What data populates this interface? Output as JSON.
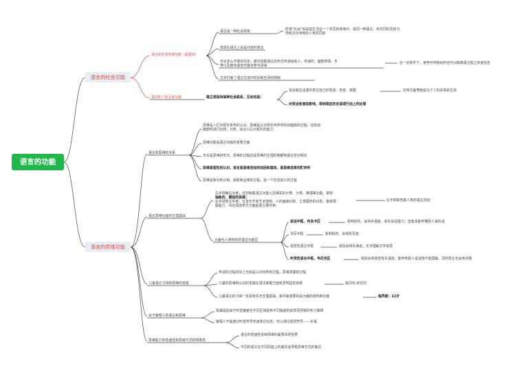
{
  "root": "语言的功能",
  "social": {
    "label": "语言的社会功能",
    "info": {
      "label": "语言的信息传递功能（最基本）",
      "items": [
        {
          "label": "语言是一种社会现象",
          "note": [
            "所谓“社会”就是指生活在一个共同的地域中、说同一种语言、有共同的风俗习",
            "惯和文化传统的人类共同体"
          ]
        },
        {
          "label": "体现在语言上就是内容的表达"
        },
        {
          "label": [
            "无论多么丰富的信息，都可借助语言的形式传递给他人，传递时，面部表情、手",
            "势以及肢体姿态可能也参与进来"
          ],
          "note": "在一定条件下，身势可伴随动作还可以脱离语言独立传递信息"
        },
        {
          "label": "文字打破了语言交流中时间和空间的限制"
        }
      ]
    },
    "interp": {
      "label": "语言的人际互动功能",
      "sub": "建立或保持某种社会联系，互动包括：",
      "items": [
        {
          "label": "说话者在话语中表达自己的情感、态度、意图",
          "note": "日常见面寒暄是为了人际关系的互动"
        },
        {
          "label": "对受话者施加影响，得到相应的言语或行动上的反馈"
        }
      ]
    }
  },
  "thinking": {
    "label": "语言的思维功能",
    "lt": {
      "label": "语言和思维的关系",
      "items": [
        [
          "思维是人们对现实世界的认识，思维是认识现实世界时的动脑筋的过程，也指动",
          "脑筋时进行比较、分析、综合以认识现实的能力"
        ],
        [
          "思维功能是语言功能的重要方面"
        ],
        [
          "无论是思维的形式，思维的过程还是思维的生理机制都和语言密切相关"
        ],
        [
          "思维是理性的认识，语言是思维活动的动因和载体，是思维成果的贮存所"
        ],
        [
          "思维是知识的认知、获取和运用的过程，是一个信息加工的过程"
        ]
      ]
    },
    "phys": {
      "label": "语言思维功能的生理基础",
      "hemi": {
        "label": [
          "左半球偏右手者，还控制着语言功能以及相关的计数、分类、推理等功能，掌管",
          "抽象的、概括的思维；",
          "右半球管左手者，在音乐节奏艺术感知、人的面貌识别、立体图形的识别、整体把",
          "握能力、内在情感表方方面起着主要作用"
        ],
        "note": "左半球掌管着人类的语言活动"
      },
      "areas": {
        "label": "大脑与人类特有的语言功能区",
        "items": [
          {
            "label": "说话中枢，布洛卡区",
            "note": "受到损伤，会得失语症，丧失说话能力，但基本能听懂别人说的话"
          },
          {
            "label": "书写中枢",
            "note": "受到损伤，会得失写症"
          },
          {
            "label": "视觉性语言中枢",
            "note": "受损会得失读症，无法理解文字意思"
          },
          {
            "label": "听觉性语言中枢，韦尼克区",
            "note": "受损会得感觉性失语症，能听到别人说话但不能理解，同时表达也会有问题"
          }
        ]
      }
    },
    "child": {
      "label": "儿童语言习得和思维的发展",
      "items": [
        {
          "label": "学话的过程实际上也就是认识世界的过程，思维发展的过程"
        },
        {
          "label": "儿童的思维和认识的发展在语法掌握方面有更明显的体现",
          "note": "独词句-双词句"
        },
        {
          "label": "儿童语言的习得一定具有先天生理基础，其中最重要的是大脑的结构和功能",
          "note": "临界期：12岁"
        }
      ]
    },
    "deaf": {
      "label": "关于聋哑人的语言和思维",
      "items": [
        [
          "耳聋是指由于听觉器官在不同区域受到不同程度的损害而导致的听力障碍"
        ],
        [
          "聋哑人不能通过听觉符号传递表达信息，可以通过视觉符号——手语"
        ]
      ]
    },
    "univ": {
      "label": "思维能力的普遍性和思维方式的特殊性",
      "items": [
        [
          "语言的普遍性反映思维的最根本的性质"
        ],
        [
          "不同的语言在不同层面上的差异会导致思维方式的差异"
        ]
      ]
    }
  }
}
